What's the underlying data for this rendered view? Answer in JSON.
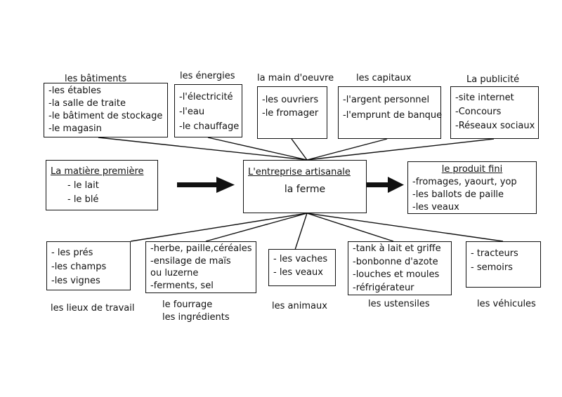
{
  "top_labels": {
    "batiments": "les bâtiments",
    "energies": "les énergies",
    "main_oeuvre": "la main d'oeuvre",
    "capitaux": "les capitaux",
    "publicite": "La publicité"
  },
  "top_boxes": {
    "batiments": [
      "-les étables",
      "-la salle de traite",
      "-le bâtiment de stockage",
      "-le magasin"
    ],
    "energies": [
      "-l'électricité",
      "-l'eau",
      "-le chauffage"
    ],
    "main_oeuvre": [
      "-les ouvriers",
      "-le fromager"
    ],
    "capitaux": [
      "-l'argent personnel",
      "-l'emprunt de banque"
    ],
    "publicite": [
      "-site internet",
      "-Concours",
      "-Réseaux sociaux"
    ]
  },
  "middle": {
    "matiere": {
      "title": "La matière première",
      "items": [
        "- le lait",
        "- le blé"
      ]
    },
    "entreprise": {
      "title": "L'entreprise artisanale",
      "sub": "la ferme"
    },
    "produit": {
      "title": "le produit fini",
      "items": [
        "-fromages, yaourt, yop",
        "-les ballots de paille",
        "-les veaux"
      ]
    }
  },
  "bottom_boxes": {
    "lieux": [
      "- les prés",
      "-les champs",
      "-les vignes"
    ],
    "fourrage": [
      "-herbe, paille,céréales",
      "-ensilage de maïs",
      "ou luzerne",
      "-ferments, sel"
    ],
    "animaux": [
      "- les vaches",
      "- les veaux"
    ],
    "ustensiles": [
      "-tank à lait et griffe",
      "-bonbonne d'azote",
      "-louches et moules",
      "-réfrigérateur"
    ],
    "vehicules": [
      "- tracteurs",
      "- semoirs"
    ]
  },
  "bottom_labels": {
    "lieux": "les lieux de travail",
    "fourrage_1": "le fourrage",
    "fourrage_2": "les ingrédients",
    "animaux": "les animaux",
    "ustensiles": "les ustensiles",
    "vehicules": "les véhicules"
  }
}
